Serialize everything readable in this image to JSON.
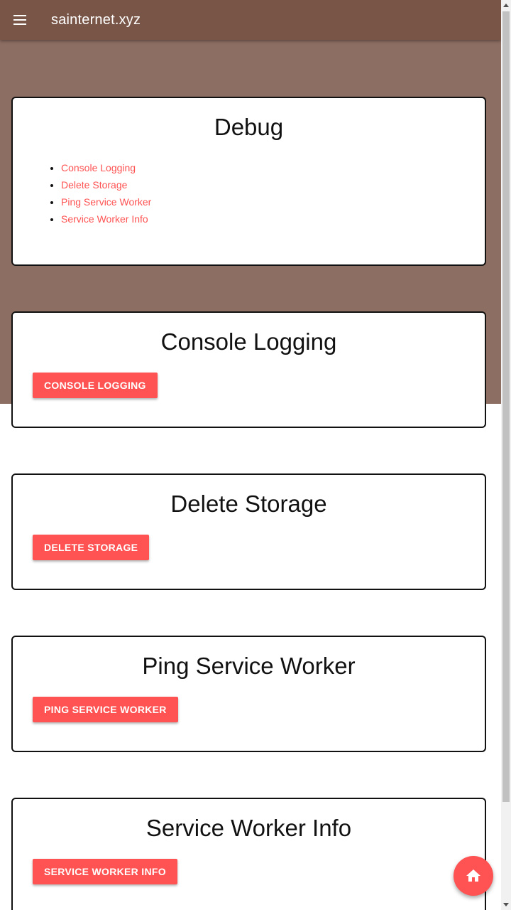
{
  "appbar": {
    "title": "sainternet.xyz",
    "menu_icon": "menu-icon",
    "color": "#795548"
  },
  "hero_color": "#8d6e63",
  "accent_color": "#ff5252",
  "debug_card": {
    "heading": "Debug",
    "links": [
      {
        "label": "Console Logging"
      },
      {
        "label": "Delete Storage"
      },
      {
        "label": "Ping Service Worker"
      },
      {
        "label": "Service Worker Info"
      }
    ]
  },
  "sections": {
    "console": {
      "heading": "Console Logging",
      "button_label": "CONSOLE LOGGING"
    },
    "delete": {
      "heading": "Delete Storage",
      "button_label": "DELETE STORAGE"
    },
    "ping": {
      "heading": "Ping Service Worker",
      "button_label": "PING SERVICE WORKER"
    },
    "swinfo": {
      "heading": "Service Worker Info",
      "button_label": "SERVICE WORKER INFO"
    }
  },
  "fab": {
    "icon": "home-icon"
  }
}
